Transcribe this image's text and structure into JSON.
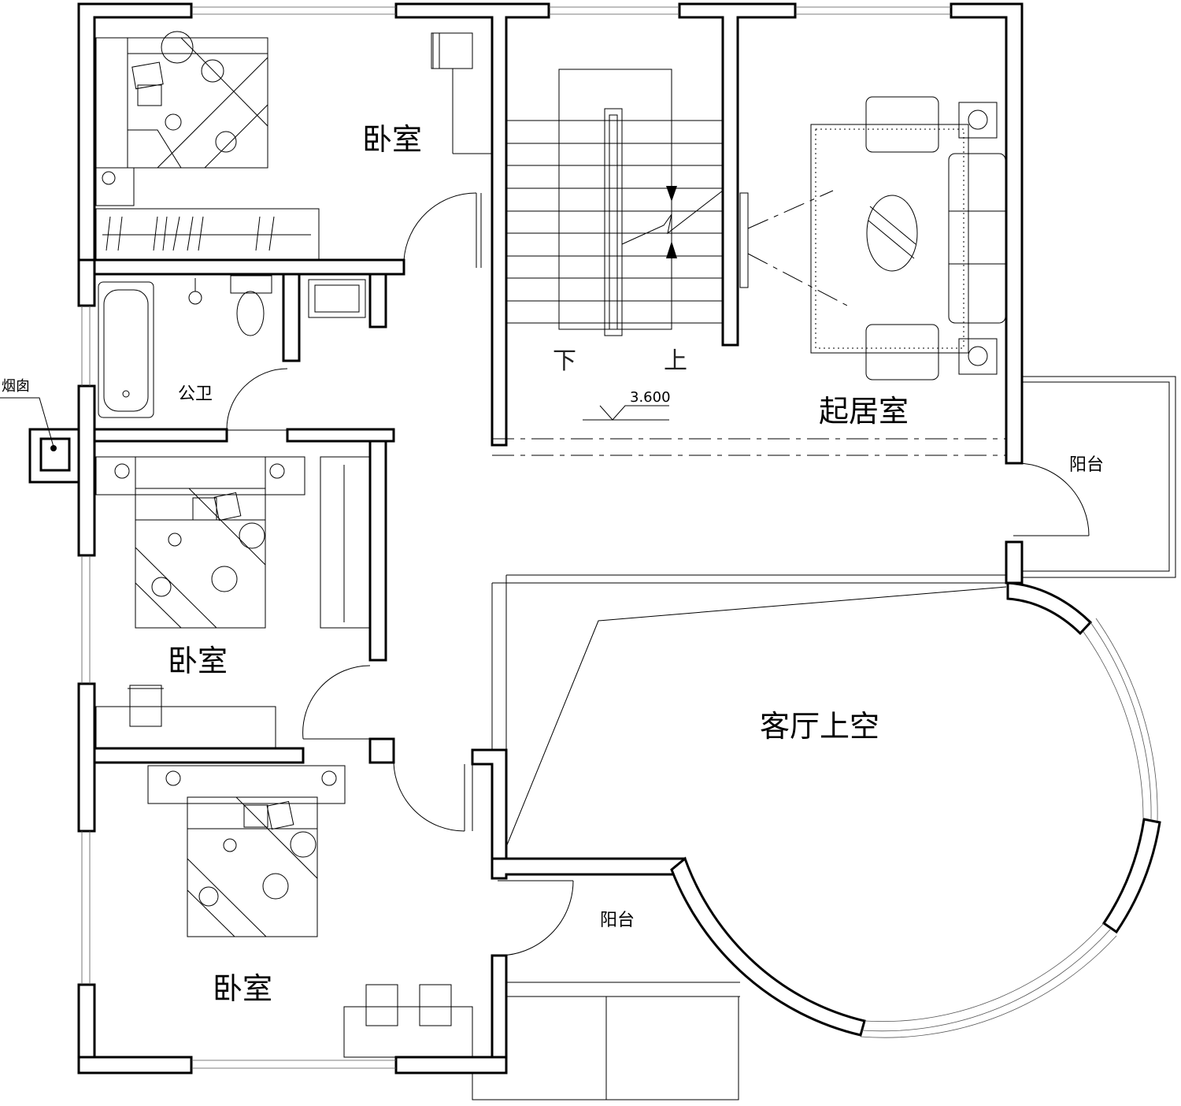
{
  "rooms": {
    "bedroom_top": "卧室",
    "bedroom_middle": "卧室",
    "bedroom_bottom": "卧室",
    "bathroom": "公卫",
    "living_room": "起居室",
    "balcony_east": "阳台",
    "balcony_south": "阳台",
    "void": "客厅上空"
  },
  "stair": {
    "down_label": "下",
    "up_label": "上",
    "elevation": "3.600"
  },
  "chimney_label": "烟囱"
}
